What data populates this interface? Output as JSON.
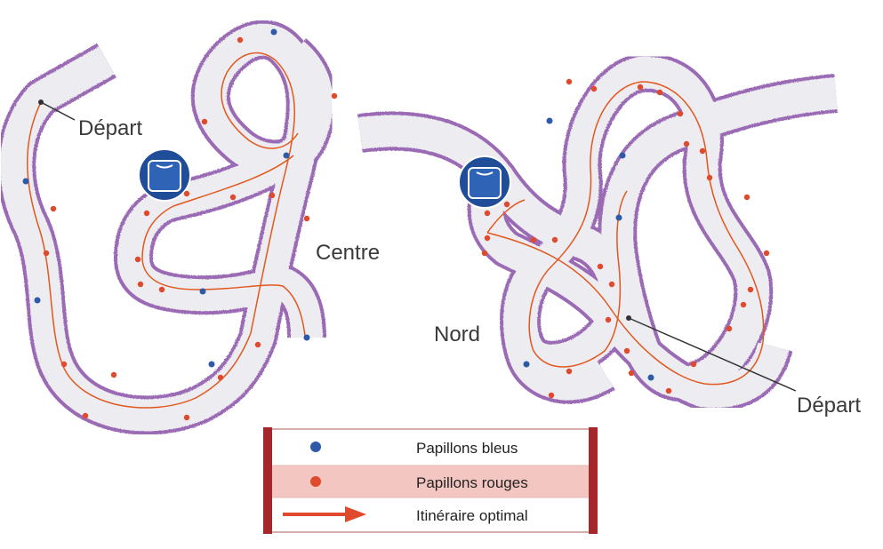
{
  "labels": {
    "depart_left": "Départ",
    "centre": "Centre",
    "nord": "Nord",
    "depart_right": "Départ"
  },
  "legend": {
    "blue": "Papillons bleus",
    "red": "Papillons rouges",
    "route": "Itinéraire optimal"
  },
  "colors": {
    "track_fill": "#ececf1",
    "track_border": "#9a6ab4",
    "route": "#e2581e",
    "blue_butterfly": "#2e5aa8",
    "red_butterfly": "#e04a2c",
    "legend_border": "#a5262b",
    "legend_band": "#f4c6c2"
  },
  "icons": [
    "item-box-icon",
    "item-box-icon"
  ]
}
